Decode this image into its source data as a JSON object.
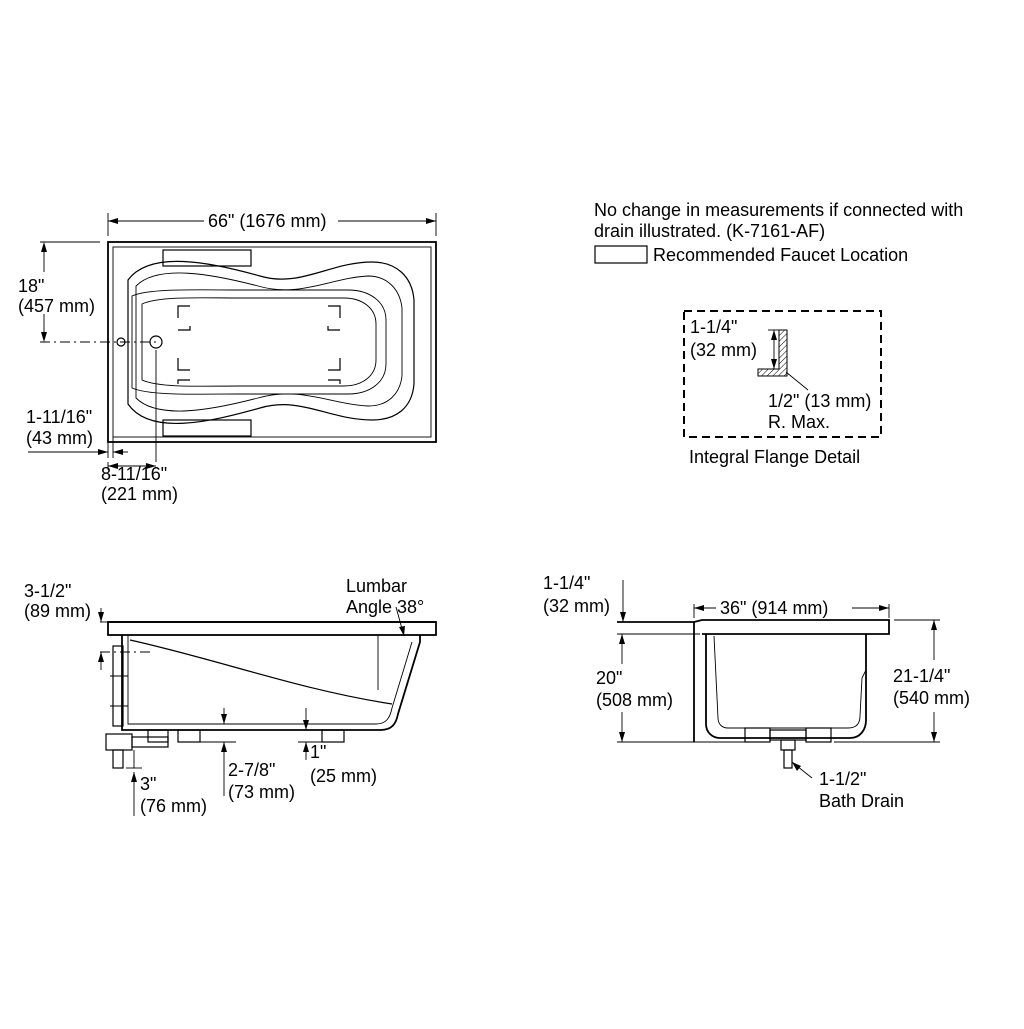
{
  "notes": {
    "line1": "No change in measurements if connected with",
    "line2": "drain illustrated. (K-7161-AF)",
    "legend_label": "Recommended Faucet Location"
  },
  "plan_view": {
    "length_label": "66\" (1676 mm)",
    "offset_in": "18\"",
    "offset_mm": "(457 mm)",
    "rim_in": "1-11/16\"",
    "rim_mm": "(43 mm)",
    "drain_in": "8-11/16\"",
    "drain_mm": "(221 mm)"
  },
  "flange_detail": {
    "height_in": "1-1/4\"",
    "height_mm": "(32 mm)",
    "radius_line1": "1/2\" (13 mm)",
    "radius_line2": "R. Max.",
    "caption": "Integral Flange Detail"
  },
  "side_view": {
    "top_in": "3-1/2\"",
    "top_mm": "(89 mm)",
    "lumbar_line1": "Lumbar",
    "lumbar_line2": "Angle 38°",
    "bottom_in": "3\"",
    "bottom_mm": "(76 mm)",
    "foot_in": "2-7/8\"",
    "foot_mm": "(73 mm)",
    "gap_in": "1\"",
    "gap_mm": "(25 mm)"
  },
  "end_view": {
    "flange_in": "1-1/4\"",
    "flange_mm": "(32 mm)",
    "width_label": "36\" (914 mm)",
    "height_in": "20\"",
    "height_mm": "(508 mm)",
    "overall_in": "21-1/4\"",
    "overall_mm": "(540 mm)",
    "drain_line1": "1-1/2\"",
    "drain_line2": "Bath Drain"
  }
}
